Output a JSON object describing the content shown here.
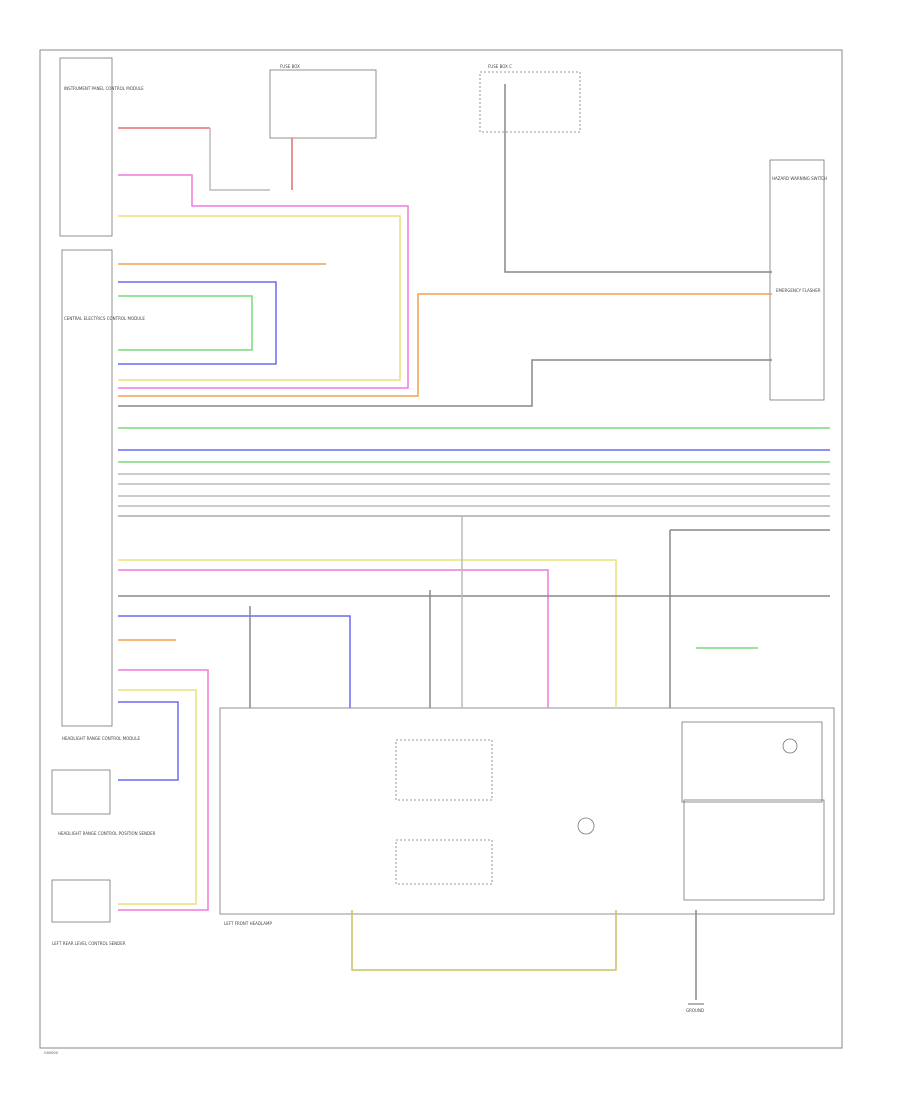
{
  "diagram": {
    "components": {
      "module_top": "INSTRUMENT PANEL CONTROL MODULE",
      "central_module": "CENTRAL ELECTRICS CONTROL MODULE",
      "lower_module": "HEADLIGHT RANGE CONTROL MODULE",
      "fuse_box_1": "FUSE BOX",
      "fuse_box_2": "FUSE BOX C",
      "front_sensor": "HEADLIGHT RANGE CONTROL POSITION SENDER",
      "rear_sensor": "LEFT REAR LEVEL CONTROL SENDER",
      "left_headlamp": "LEFT FRONT HEADLAMP",
      "right_module": "HAZARD WARNING SWITCH",
      "right_lower_relay": "EMERGENCY FLASHER",
      "ground": "GROUND",
      "footer": "G00000"
    },
    "wire_colors": {
      "pink": "#f07ae0",
      "yellow": "#e8e078",
      "orange": "#f0a050",
      "blue": "#6a6af0",
      "green": "#7ad87a",
      "grey": "#777777",
      "red": "#e07070",
      "olive": "#c8c060"
    }
  }
}
